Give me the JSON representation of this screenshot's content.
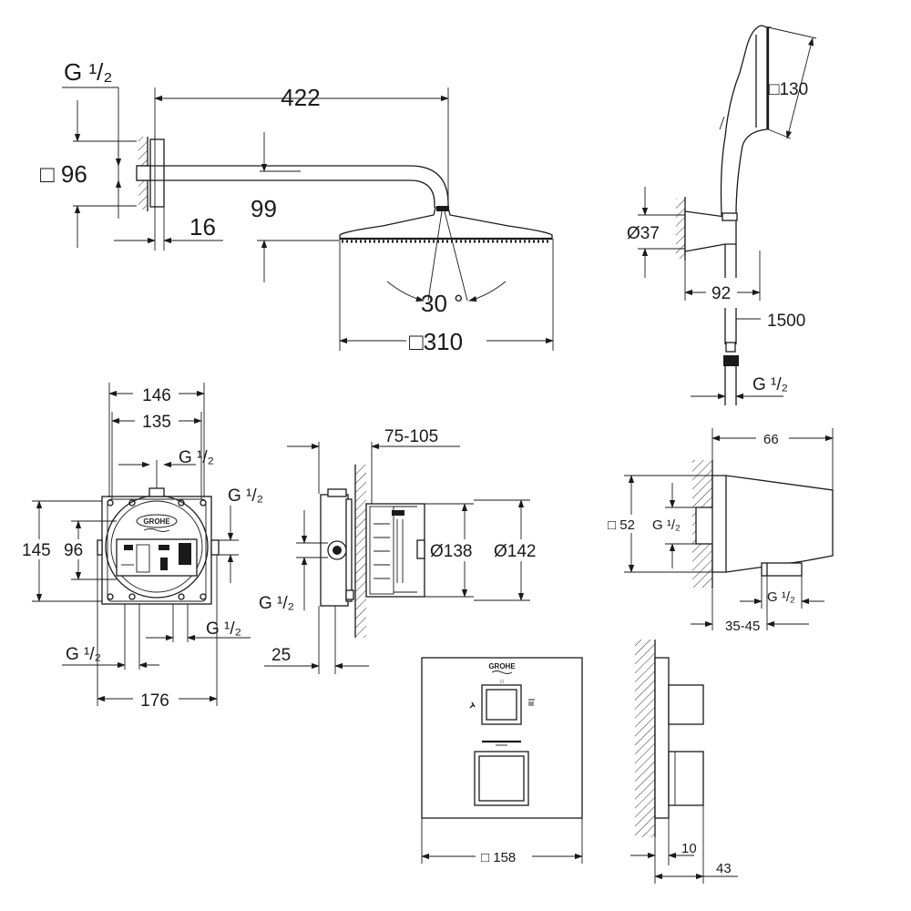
{
  "brand": {
    "logo_text": "GROHE",
    "mark": "≈",
    "sub_mark": "◻"
  },
  "shower_arm": {
    "thread": "G ¹/₂",
    "length": "422",
    "flange": "□ 96",
    "flange_depth": "16",
    "drop": "99"
  },
  "head_shower": {
    "angle": "30 °",
    "size": "□310"
  },
  "hand_shower": {
    "head_size": "□130",
    "holder_diameter": "Ø37",
    "projection": "92",
    "hose_length": "1500",
    "thread": "G ¹/₂"
  },
  "mixer_body_front": {
    "width_outer": "146",
    "width_inner": "135",
    "thread_top": "G ¹/₂",
    "thread_right": "G ¹/₂",
    "height_outer": "145",
    "height_inner": "96",
    "thread_bottom_right": "G ¹/₂",
    "thread_bottom_left": "G ¹/₂",
    "width_total": "176"
  },
  "mixer_body_side": {
    "depth_range": "75-105",
    "diameter_inner": "Ø138",
    "diameter_outer": "Ø142",
    "thread": "G ¹/₂",
    "offset": "25"
  },
  "wall_outlet": {
    "depth": "66",
    "size": "□ 52",
    "thread_in": "G ¹/₂",
    "thread_out": "G ¹/₂",
    "range": "35-45"
  },
  "trim_plate": {
    "size": "□ 158",
    "plate_depth": "10",
    "total_depth": "43"
  }
}
